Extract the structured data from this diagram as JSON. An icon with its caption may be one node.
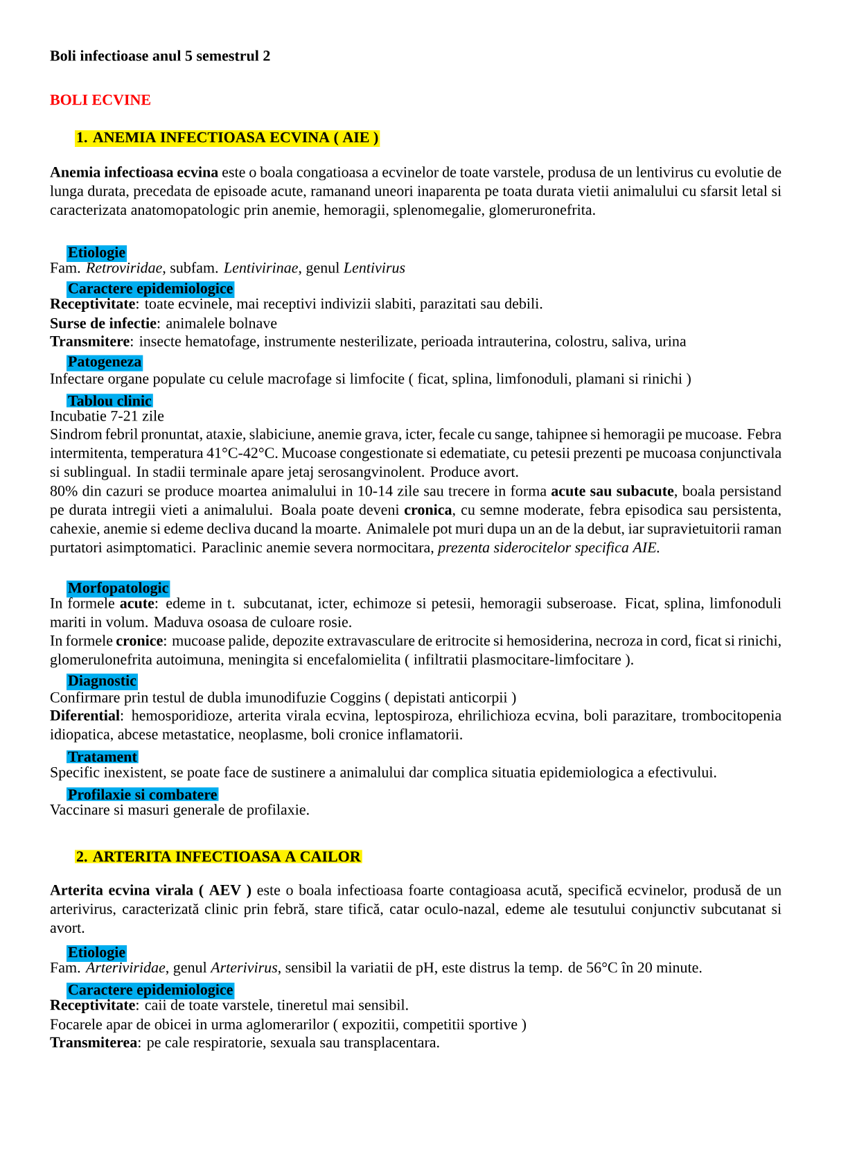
{
  "diagram": {
    "title": "Boli infectioase anul 5 semestrul 2",
    "labels": [
      "BOLI ECVINE",
      "1. ANEMIA INFECTIOASA ECVINA ( AIE )",
      "**Anemia infectioasa ecvina** este o boala congatioasa a ecvinelor de toate varstele, produsa de un lentivirus cu evolutie de lunga durata, precedata de episoade acute, ramanand uneori inaparenta pe toata durata vietii animalului cu sfarsit letal si caracterizata anatomopatologic prin anemie, hemoragii, splenomegalie, glomeruronefrita.",
      "Etiologie",
      "Fam. *Retroviridae*, subfam. *Lentivirinae*, genul *Lentivirus*",
      "Caractere epidemiologice",
      "**Receptivitate**: toate ecvinele, mai receptivi indivizii slabiti, parazitati sau debili.",
      "**Surse de infectie**: animalele bolnave",
      "**Transmitere**: insecte hematofage, instrumente nesterilizate, perioada intrauterina, colostru, saliva, urina",
      "Patogeneza",
      "Infectare organe populate cu celule macrofage si limfocite ( ficat, splina, limfonoduli, plamani si rinichi )",
      "Tablou clinic",
      "Incubatie 7-21 zile",
      "Sindrom febril pronuntat, ataxie, slabiciune, anemie grava, icter, fecale cu sange, tahipnee si hemoragii pe mucoase. Febra intermitenta, temperatura 41°C-42°C. Mucoase congestionate si edematiate, cu petesii prezenti pe mucoasa conjunctivala si sublingual. In stadii terminale apare jetaj serosangvinolent. Produce avort.",
      "80% din cazuri se produce moartea animalului in 10-14 zile sau trecere in forma **acute sau subacute**, boala persistand pe durata intregii vieti a animalului. Boala poate deveni **cronica**, cu semne moderate, febra episodica sau persistenta, cahexie, anemie si edeme decliva ducand la moarte. Animalele pot muri dupa un an de la debut, iar supravietuitorii raman purtatori asimptomatici. Paraclinic anemie severa normocitara, *prezenta siderocitelor specifica AIE.*",
      "Morfopatologic",
      "In formele **acute**: edeme in t. subcutanat, icter, echimoze si petesii, hemoragii subseroase. Ficat, splina, limfonoduli mariti in volum. Maduva osoasa de culoare rosie.",
      "In formele **cronice**: mucoase palide, depozite extravasculare de eritrocite si hemosiderina, necroza in cord, ficat si rinichi, glomerulonefrita autoimuna, meningita si encefalomielita ( infiltratii plasmocitare-limfocitare ).",
      "Diagnostic",
      "Confirmare prin testul de dubla imunodifuzie Coggins ( depistati anticorpii )",
      "**Diferential**: hemosporidioze, arterita virala ecvina, leptospiroza, ehrilichioza ecvina, boli parazitare, trombocitopenia idiopatica, abcese metastatice, neoplasme, boli cronice inflamatorii.",
      "Tratament",
      "Specific inexistent, se poate face de sustinere a animalului dar complica situatia epidemiologica a efectivului.",
      "Profilaxie si combatere",
      "Vaccinare si masuri generale de profilaxie.",
      "2. ARTERITA INFECTIOASA A CAILOR",
      "**Arterita ecvina virala ( AEV )** este o boala infectioasa foarte contagioasa acută, specifică ecvinelor, produsă de un arterivirus, caracterizată clinic prin febră, stare tifică, catar oculo-nazal, edeme ale tesutului conjunctiv subcutanat si avort.",
      "Etiologie",
      "Fam. *Arteriviridae*, genul *Arterivirus*, sensibil la variatii de pH, este distrus la temp. de 56°C în 20 minute.",
      "Caractere epidemiologice",
      "**Receptivitate**: caii de toate varstele, tineretul mai sensibil.",
      "Focarele apar de obicei in urma aglomerarilor ( expozitii, competitii sportive )",
      "**Transmiterea**: pe cale respiratorie, sexuala sau transplacentara."
    ]
  }
}
